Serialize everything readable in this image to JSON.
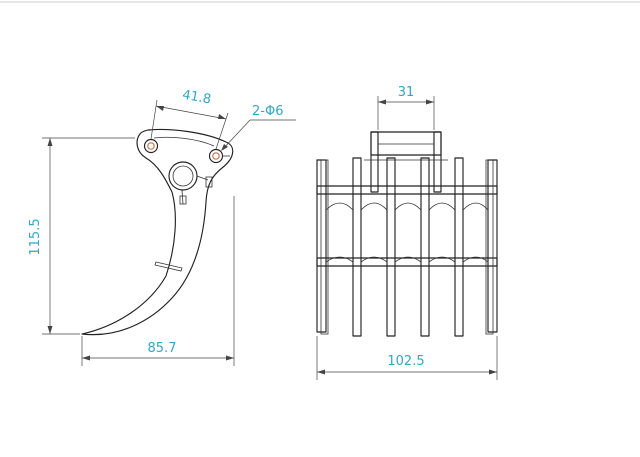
{
  "colors": {
    "dimension_text": "#34a6c6",
    "lines": "#222222",
    "pin_accent": "#c8734a",
    "top_rule": "#e6e6e6"
  },
  "side_view": {
    "height_label": "115.5",
    "width_label": "85.7",
    "pin_spacing_label": "41.8",
    "hole_label": "2-Φ6"
  },
  "front_view": {
    "width_label": "102.5",
    "mount_width_label": "31"
  }
}
